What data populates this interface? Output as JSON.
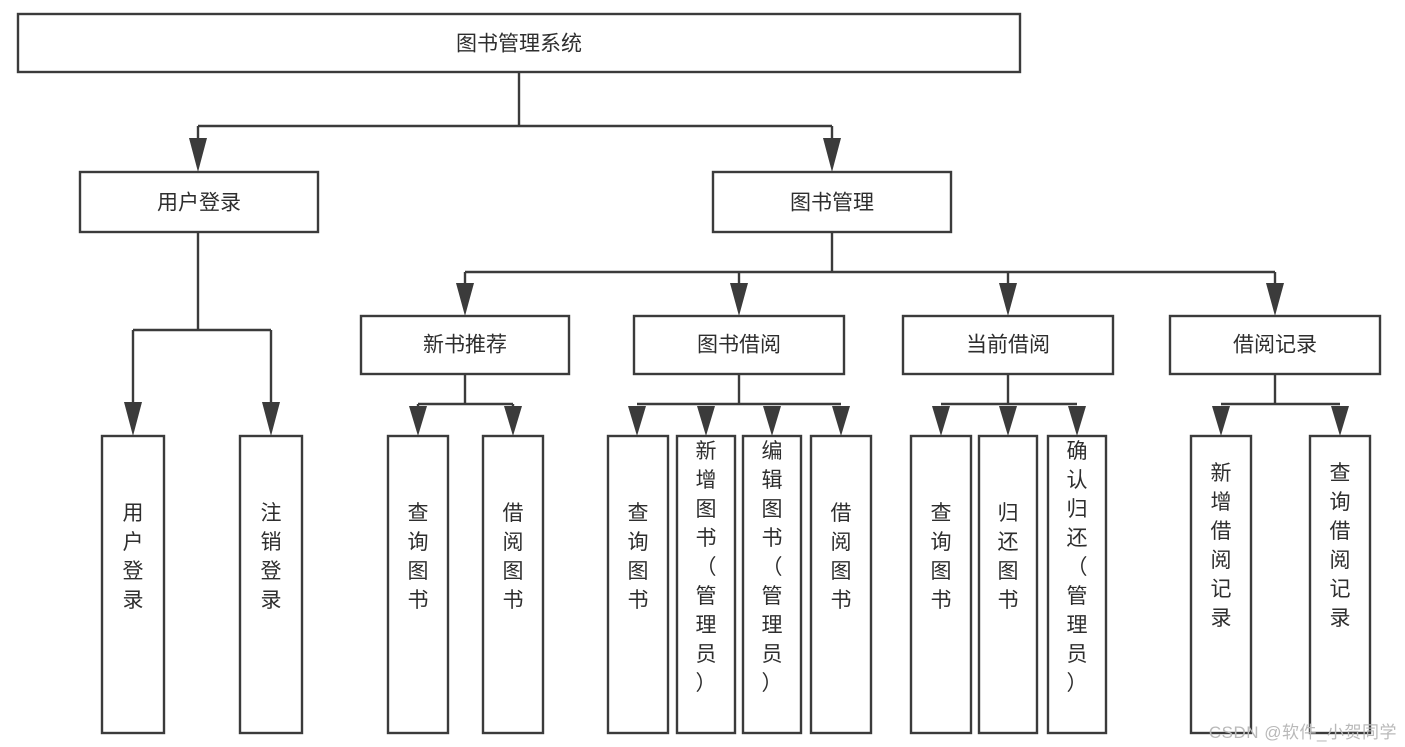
{
  "diagram": {
    "title": "图书管理系统",
    "type": "tree",
    "orientation": "top-down",
    "colors": {
      "box_stroke": "#3b3b3b",
      "box_fill": "#ffffff",
      "text": "#2e2e2e",
      "background": "#ffffff",
      "watermark": "#b9b9b9"
    },
    "root": {
      "id": "root",
      "label": "图书管理系统",
      "text_orientation": "horizontal"
    },
    "level2": [
      {
        "id": "user-login",
        "label": "用户登录",
        "text_orientation": "horizontal"
      },
      {
        "id": "book-management",
        "label": "图书管理",
        "text_orientation": "horizontal"
      }
    ],
    "level3": [
      {
        "id": "new-book-recommend",
        "label": "新书推荐",
        "parent": "book-management",
        "text_orientation": "horizontal"
      },
      {
        "id": "book-borrow",
        "label": "图书借阅",
        "parent": "book-management",
        "text_orientation": "horizontal"
      },
      {
        "id": "current-borrow",
        "label": "当前借阅",
        "parent": "book-management",
        "text_orientation": "horizontal"
      },
      {
        "id": "borrow-record",
        "label": "借阅记录",
        "parent": "book-management",
        "text_orientation": "horizontal"
      }
    ],
    "leaves": [
      {
        "id": "leaf-user-login",
        "label": "用户登录",
        "parent": "user-login",
        "text_orientation": "vertical"
      },
      {
        "id": "leaf-logout-login",
        "label": "注销登录",
        "parent": "user-login",
        "text_orientation": "vertical"
      },
      {
        "id": "leaf-query-book-1",
        "label": "查询图书",
        "parent": "new-book-recommend",
        "text_orientation": "vertical"
      },
      {
        "id": "leaf-borrow-book-1",
        "label": "借阅图书",
        "parent": "new-book-recommend",
        "text_orientation": "vertical"
      },
      {
        "id": "leaf-query-book-2",
        "label": "查询图书",
        "parent": "book-borrow",
        "text_orientation": "vertical"
      },
      {
        "id": "leaf-add-book-admin",
        "label": "新增图书（管理员）",
        "parent": "book-borrow",
        "text_orientation": "vertical"
      },
      {
        "id": "leaf-edit-book-admin",
        "label": "编辑图书（管理员）",
        "parent": "book-borrow",
        "text_orientation": "vertical"
      },
      {
        "id": "leaf-borrow-book-2",
        "label": "借阅图书",
        "parent": "book-borrow",
        "text_orientation": "vertical"
      },
      {
        "id": "leaf-query-book-3",
        "label": "查询图书",
        "parent": "current-borrow",
        "text_orientation": "vertical"
      },
      {
        "id": "leaf-return-book",
        "label": "归还图书",
        "parent": "current-borrow",
        "text_orientation": "vertical"
      },
      {
        "id": "leaf-confirm-return-admin",
        "label": "确认归还（管理员）",
        "parent": "current-borrow",
        "text_orientation": "vertical"
      },
      {
        "id": "leaf-add-borrow-record",
        "label": "新增借阅记录",
        "parent": "borrow-record",
        "text_orientation": "vertical"
      },
      {
        "id": "leaf-query-borrow-record",
        "label": "查询借阅记录",
        "parent": "borrow-record",
        "text_orientation": "vertical"
      }
    ]
  },
  "watermark": {
    "text": "CSDN @软件_小贺同学"
  }
}
